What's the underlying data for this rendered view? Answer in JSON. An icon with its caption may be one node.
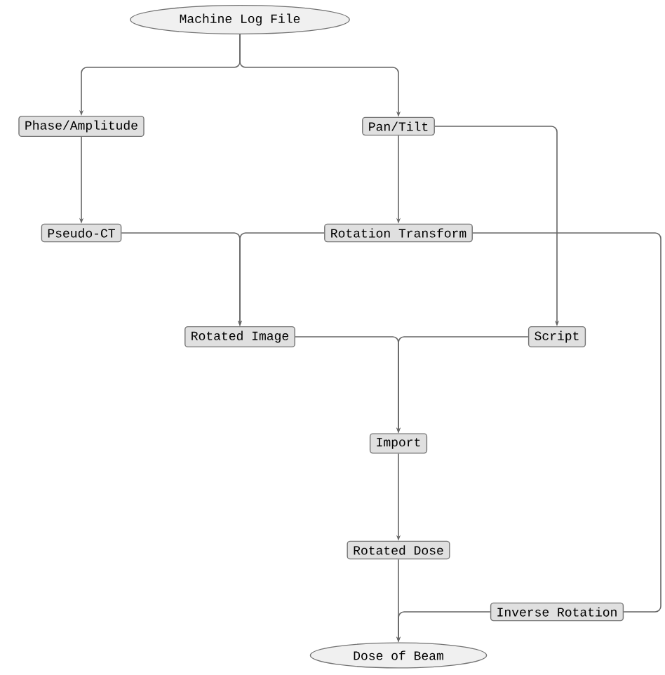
{
  "diagram": {
    "nodes": [
      {
        "text": [
          "Machine Log File"
        ]
      },
      {
        "text": [
          "Phase/Amplitude"
        ]
      },
      {
        "text": [
          "Pan/Tilt"
        ]
      },
      {
        "text": [
          "Pseudo-CT"
        ]
      },
      {
        "text": [
          "Rotation Transform"
        ]
      },
      {
        "text": [
          "Rotated Image"
        ]
      },
      {
        "text": [
          "Script"
        ]
      },
      {
        "text": [
          "Import"
        ]
      },
      {
        "text": [
          "Rotated Dose"
        ]
      },
      {
        "text": [
          "Inverse Rotation"
        ]
      },
      {
        "text": [
          "Dose of Beam"
        ]
      }
    ],
    "edges": [
      {
        "from": 0,
        "to": 1,
        "arrow": "to"
      },
      {
        "from": 0,
        "to": 2,
        "arrow": "to"
      },
      {
        "from": 1,
        "to": 3,
        "arrow": "to"
      },
      {
        "from": 2,
        "to": 4,
        "arrow": "to"
      },
      {
        "from": 2,
        "to": 6,
        "arrow": "to"
      },
      {
        "from": 3,
        "to": 5,
        "arrow": "to"
      },
      {
        "from": 4,
        "to": 5,
        "arrow": "to"
      },
      {
        "from": 4,
        "to": 9,
        "arrow": "none"
      },
      {
        "from": 5,
        "to": 7,
        "arrow": "to"
      },
      {
        "from": 6,
        "to": 7,
        "arrow": "to"
      },
      {
        "from": 7,
        "to": 8,
        "arrow": "to"
      },
      {
        "from": 8,
        "to": 10,
        "arrow": "to"
      },
      {
        "from": 9,
        "to": 10,
        "arrow": "to"
      }
    ]
  }
}
